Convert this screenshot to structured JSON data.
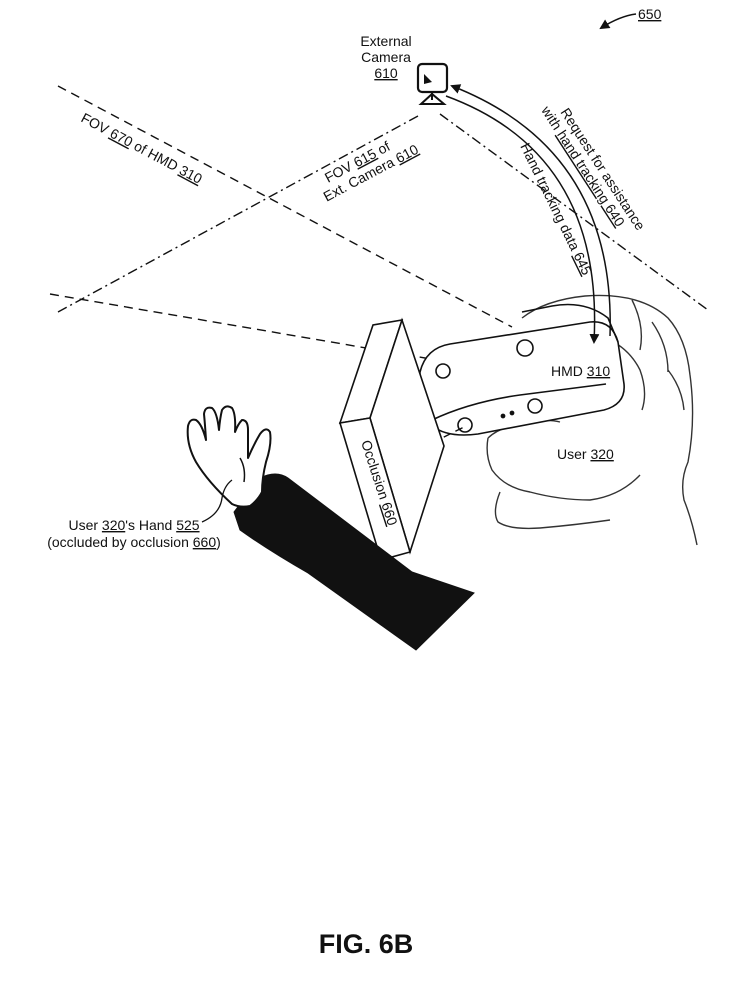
{
  "figure_ref": "650",
  "external_camera": {
    "line1": "External",
    "line2": "Camera",
    "ref": "610"
  },
  "fov_hmd": {
    "prefix": "FOV ",
    "ref": "670",
    "middle": " of HMD ",
    "ref2": "310"
  },
  "fov_camera": {
    "line1_prefix": "FOV ",
    "line1_ref": "615",
    "line1_suffix": " of",
    "line2_prefix": "Ext. Camera ",
    "line2_ref": "610"
  },
  "request": {
    "line1": "Request for assistance",
    "line2_prefix": "with ",
    "line2_ref": "hand tracking 640"
  },
  "hand_tracking": {
    "prefix": "Hand tracking data ",
    "ref": "645"
  },
  "hmd": {
    "prefix": "HMD ",
    "ref": "310"
  },
  "user": {
    "prefix": "User ",
    "ref": "320"
  },
  "occlusion": {
    "prefix": "Occlusion ",
    "ref": "660"
  },
  "hand": {
    "line1_prefix": "User ",
    "line1_ref": "320",
    "line1_mid": "'s Hand ",
    "line1_ref2": "525",
    "line2_prefix": "(occluded by occlusion ",
    "line2_ref": "660",
    "line2_suffix": ")"
  },
  "caption": "FIG. 6B"
}
